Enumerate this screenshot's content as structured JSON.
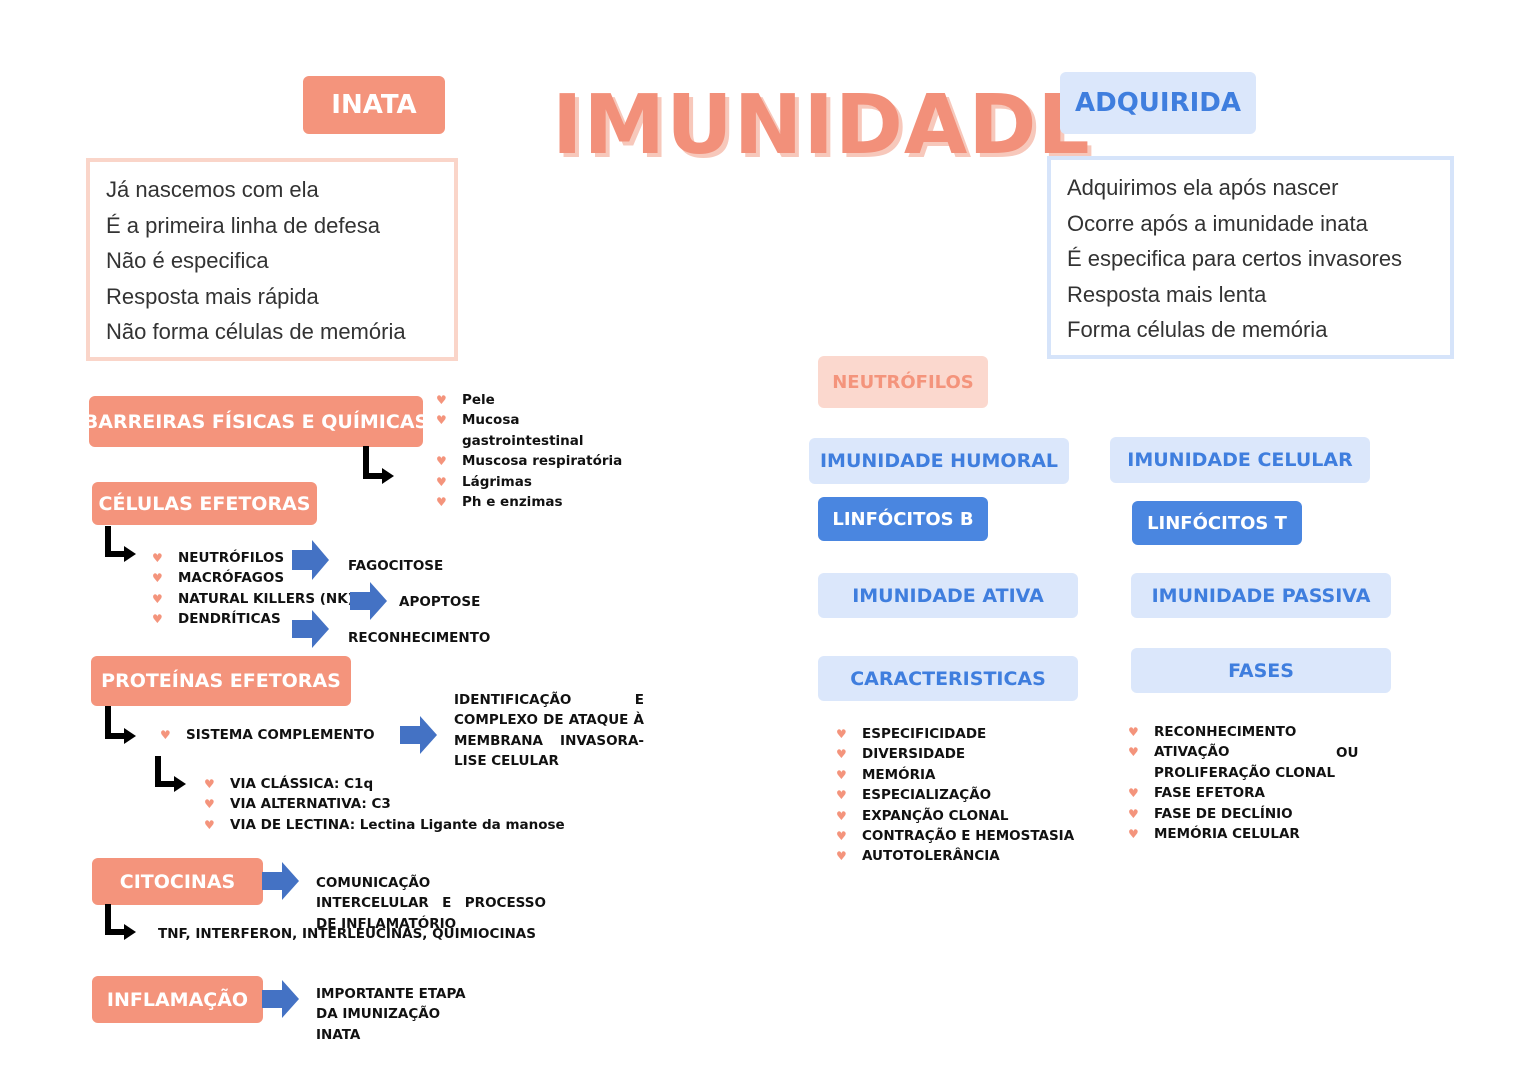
{
  "title": "IMUNIDADE",
  "colors": {
    "orange": "#f4947c",
    "orange_light": "#fbd8ce",
    "blue": "#4a86e0",
    "blue_light": "#dbe7fb"
  },
  "inata": {
    "label": "INATA",
    "items": [
      "Já nascemos com ela",
      "É a primeira linha de defesa",
      "Não é especifica",
      "Resposta mais rápida",
      "Não forma células de memória"
    ]
  },
  "adquirida": {
    "label": "ADQUIRIDA",
    "items": [
      "Adquirimos ela após nascer",
      "Ocorre após a imunidade inata",
      "É especifica para certos invasores",
      "Resposta mais lenta",
      "Forma células de memória"
    ]
  },
  "barreiras": {
    "label": "BARREIRAS FÍSICAS E QUÍMICAS",
    "items": [
      "Pele",
      "Mucosa gastrointestinal",
      "Muscosa respiratória",
      "Lágrimas",
      "Ph e enzimas"
    ]
  },
  "celulas": {
    "label": "CÉLULAS EFETORAS",
    "items": [
      "NEUTRÓFILOS",
      "MACRÓFAGOS",
      "NATURAL KILLERS (NK)",
      "DENDRÍTICAS"
    ],
    "results": [
      "FAGOCITOSE",
      "APOPTOSE",
      "RECONHECIMENTO"
    ]
  },
  "proteinas": {
    "label": "PROTEÍNAS EFETORAS",
    "sistema": "SISTEMA COMPLEMENTO",
    "result": "IDENTIFICAÇÃO E COMPLEXO DE ATAQUE À MEMBRANA INVASORA-LISE CELULAR",
    "vias": [
      "VIA CLÁSSICA: C1q",
      "VIA ALTERNATIVA: C3",
      "VIA DE LECTINA: Lectina Ligante da manose"
    ]
  },
  "citocinas": {
    "label": "CITOCINAS",
    "result": "COMUNICAÇÃO INTERCELULAR E PROCESSO DE INFLAMATÓRIO",
    "examples": "TNF, INTERFERON, INTERLEUCINAS, QUIMIOCINAS"
  },
  "inflamacao": {
    "label": "INFLAMAÇÃO",
    "result": "IMPORTANTE ETAPA DA IMUNIZAÇÃO INATA"
  },
  "right": {
    "neutrofilos": "NEUTRÓFILOS",
    "humoral": "IMUNIDADE HUMORAL",
    "celular": "IMUNIDADE CELULAR",
    "linfocitos_b": "LINFÓCITOS B",
    "linfocitos_t": "LINFÓCITOS T",
    "ativa": "IMUNIDADE ATIVA",
    "passiva": "IMUNIDADE PASSIVA",
    "caracteristicas": {
      "label": "CARACTERISTICAS",
      "items": [
        "ESPECIFICIDADE",
        "DIVERSIDADE",
        "MEMÓRIA",
        "ESPECIALIZAÇÃO",
        "EXPANÇÃO CLONAL",
        "CONTRAÇÃO E HEMOSTASIA",
        "AUTOTOLERÂNCIA"
      ]
    },
    "fases": {
      "label": "FASES",
      "items": [
        "RECONHECIMENTO",
        "ATIVAÇÃO",
        "FASE EFETORA",
        "FASE DE DECLÍNIO",
        "MEMÓRIA CELULAR"
      ],
      "ou": "OU",
      "proliferacao": "PROLIFERAÇÃO CLONAL"
    }
  }
}
